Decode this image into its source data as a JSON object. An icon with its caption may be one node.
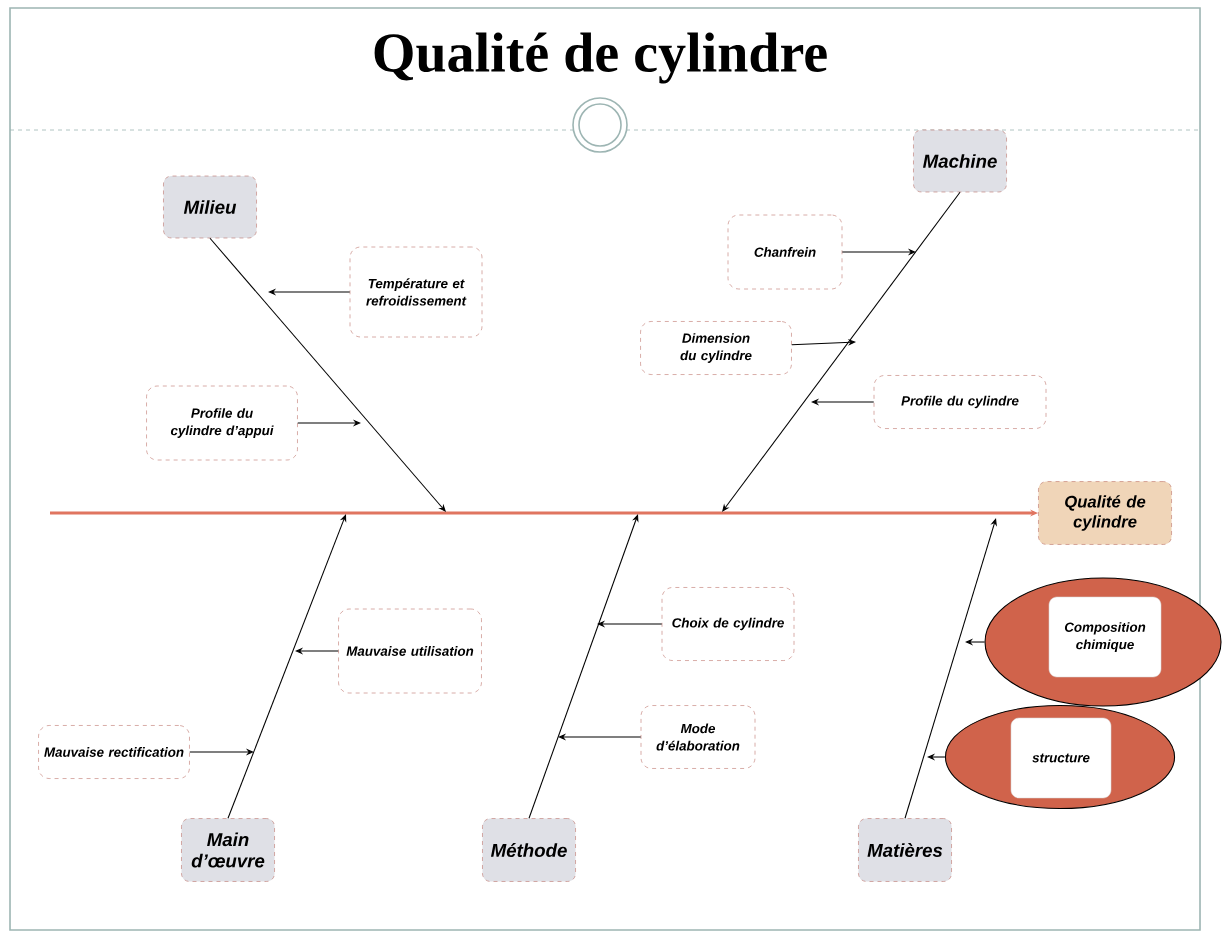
{
  "diagram": {
    "title": "Qualité de cylindre",
    "nodes": [
      {
        "text": [
          "Machine"
        ]
      },
      {
        "text": [
          "Milieu"
        ]
      },
      {
        "text": [
          "Température et refroidissement"
        ]
      },
      {
        "text": [
          "Chanfrein"
        ]
      },
      {
        "text": [
          "Dimension du cylindre"
        ]
      },
      {
        "text": [
          "Profile du cylindre"
        ]
      },
      {
        "text": [
          "Profile du cylindre d’appui"
        ]
      },
      {
        "text": [
          "Qualité de cylindre"
        ]
      },
      {
        "text": [
          "Choix de cylindre"
        ]
      },
      {
        "text": [],
        "shape": "ellipse"
      },
      {
        "text": [
          "Composition chimique"
        ],
        "in": 9
      },
      {
        "text": [
          "Mauvaise utilisation"
        ]
      },
      {
        "text": [
          "Mode d’élaboration"
        ]
      },
      {
        "text": [
          "Mauvaise rectification"
        ]
      },
      {
        "text": [],
        "shape": "ellipse"
      },
      {
        "text": [
          "structure"
        ],
        "in": 14
      },
      {
        "text": [
          "Main d’œuvre"
        ]
      },
      {
        "text": [
          "Méthode"
        ]
      },
      {
        "text": [
          "Matières"
        ]
      }
    ],
    "edges": [
      {
        "from": null,
        "to": 7,
        "arrow": "to",
        "style": "thick",
        "color": "#e07560"
      },
      {
        "from": 0,
        "to": null,
        "arrow": "to"
      },
      {
        "from": 1,
        "to": null,
        "arrow": "to"
      },
      {
        "from": 16,
        "to": null,
        "arrow": "to"
      },
      {
        "from": 17,
        "to": null,
        "arrow": "to"
      },
      {
        "from": 18,
        "to": null,
        "arrow": "to"
      },
      {
        "from": 2,
        "to": null,
        "arrow": "to"
      },
      {
        "from": 3,
        "to": null,
        "arrow": "to"
      },
      {
        "from": 4,
        "to": null,
        "arrow": "to"
      },
      {
        "from": 5,
        "to": null,
        "arrow": "to"
      },
      {
        "from": 6,
        "to": null,
        "arrow": "to"
      },
      {
        "from": 8,
        "to": null,
        "arrow": "to"
      },
      {
        "from": 9,
        "to": null,
        "arrow": "to"
      },
      {
        "from": 11,
        "to": null,
        "arrow": "to"
      },
      {
        "from": 12,
        "to": null,
        "arrow": "to"
      },
      {
        "from": 13,
        "to": null,
        "arrow": "to"
      },
      {
        "from": 14,
        "to": null,
        "arrow": "to"
      }
    ]
  }
}
